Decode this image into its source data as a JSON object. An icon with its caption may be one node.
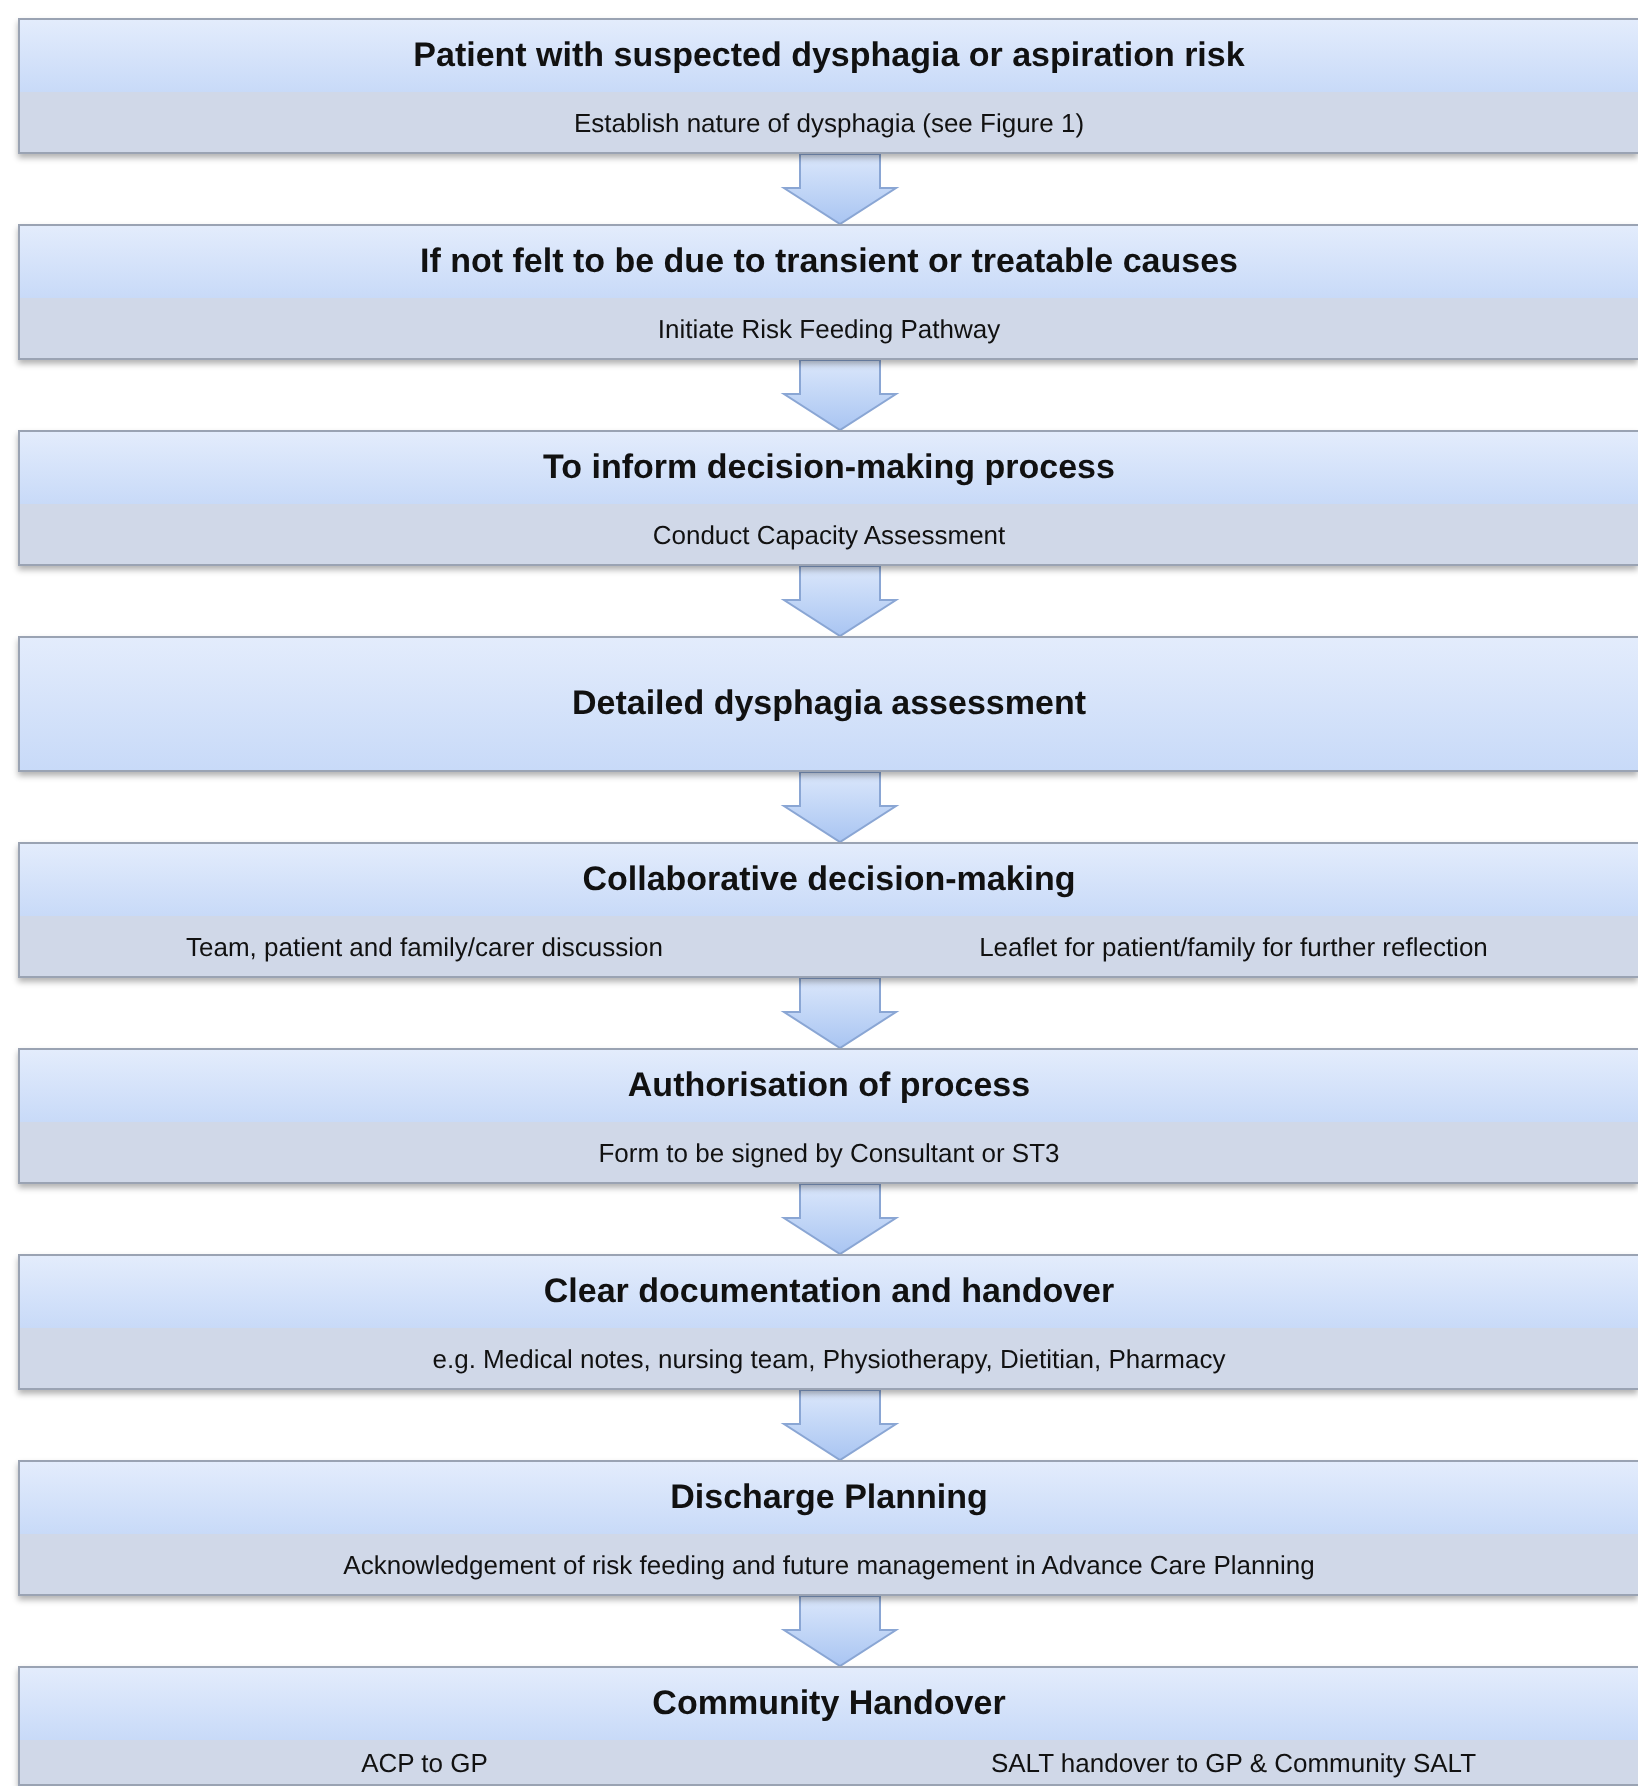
{
  "diagram": {
    "nodes": [
      {
        "text": [
          "Patient with suspected dysphagia or aspiration risk",
          "Establish nature of dysphagia (see Figure 1)"
        ]
      },
      {
        "text": [
          "If not felt to be due to transient or treatable causes",
          "Initiate Risk Feeding Pathway"
        ]
      },
      {
        "text": [
          "To inform decision-making process",
          "Conduct Capacity Assessment"
        ]
      },
      {
        "text": [
          "Detailed dysphagia assessment"
        ]
      },
      {
        "text": [
          "Collaborative decision-making",
          "Team, patient and family/carer discussion",
          "Leaflet for patient/family for further reflection"
        ]
      },
      {
        "text": [
          "Authorisation of process",
          "Form to be signed by Consultant or ST3"
        ]
      },
      {
        "text": [
          "Clear documentation and handover",
          "e.g. Medical notes, nursing team, Physiotherapy, Dietitian, Pharmacy"
        ]
      },
      {
        "text": [
          "Discharge Planning",
          "Acknowledgement of risk feeding and future management in Advance Care Planning"
        ]
      },
      {
        "text": [
          "Community Handover",
          "ACP to GP",
          "SALT handover to GP & Community SALT"
        ]
      }
    ],
    "edges": [
      {
        "from": 0,
        "to": 1,
        "arrow": "to"
      },
      {
        "from": 1,
        "to": 2,
        "arrow": "to"
      },
      {
        "from": 2,
        "to": 3,
        "arrow": "to"
      },
      {
        "from": 3,
        "to": 4,
        "arrow": "to"
      },
      {
        "from": 4,
        "to": 5,
        "arrow": "to"
      },
      {
        "from": 5,
        "to": 6,
        "arrow": "to"
      },
      {
        "from": 6,
        "to": 7,
        "arrow": "to"
      },
      {
        "from": 7,
        "to": 8,
        "arrow": "to"
      }
    ]
  }
}
